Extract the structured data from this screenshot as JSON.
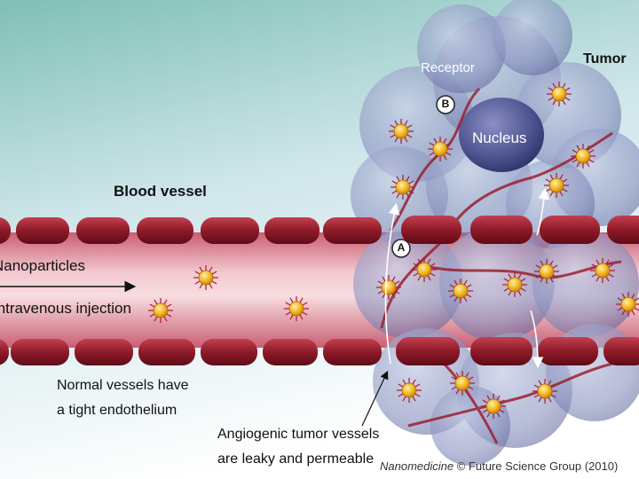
{
  "labels": {
    "tumor": "Tumor",
    "receptor": "Receptor",
    "marker_b": "B",
    "nucleus": "Nucleus",
    "blood_vessel": "Blood vessel",
    "marker_a": "A",
    "nanoparticles": "Nanoparticles",
    "intravenous": "Intravenous injection",
    "normal_line1": "Normal vessels have",
    "normal_line2": "a tight endothelium",
    "angio_line1": "Angiogenic tumor vessels",
    "angio_line2": "are leaky and permeable",
    "credit_journal": "Nanomedicine",
    "credit_rest": " © Future Science Group (2010)"
  },
  "colors": {
    "background_top": "#7fbfb6",
    "background_bottom": "#ffffff",
    "endothelial_cell": "#8e1a28",
    "vessel_lumen": "#e8a9b4",
    "tumor_cell": "#7f89b8",
    "nucleus": "#4a4f8c",
    "nanoparticle": "#f2b21c"
  },
  "icons": [
    "nanoparticle-icon",
    "arrow-right-icon",
    "endothelial-cell-icon",
    "tumor-cell-icon"
  ]
}
